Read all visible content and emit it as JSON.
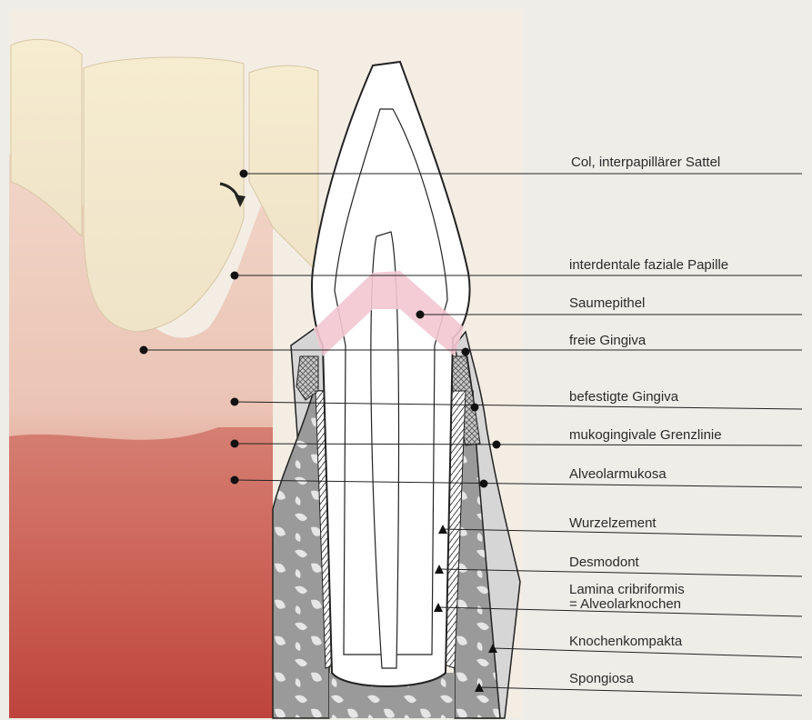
{
  "labels": [
    "Col, interpapillärer Sattel",
    "interdentale faziale Papille",
    "Saumepithel",
    "freie Gingiva",
    "befestigte Gingiva",
    "mukogingivale Grenzlinie",
    "Alveolarmukosa",
    "Wurzelzement",
    "Desmodont",
    "Lamina cribriformis",
    "= Alveolarknochen",
    "Knochenkompakta",
    "Spongiosa"
  ],
  "colors": {
    "page": "#eeede8",
    "gum_light": "#ecc7ba",
    "gum_dark": "#c65247",
    "enamel": "#f4ecd6",
    "bone": "#a9a9a9",
    "saumepithel": "#f2c6d1",
    "line": "#222222"
  }
}
